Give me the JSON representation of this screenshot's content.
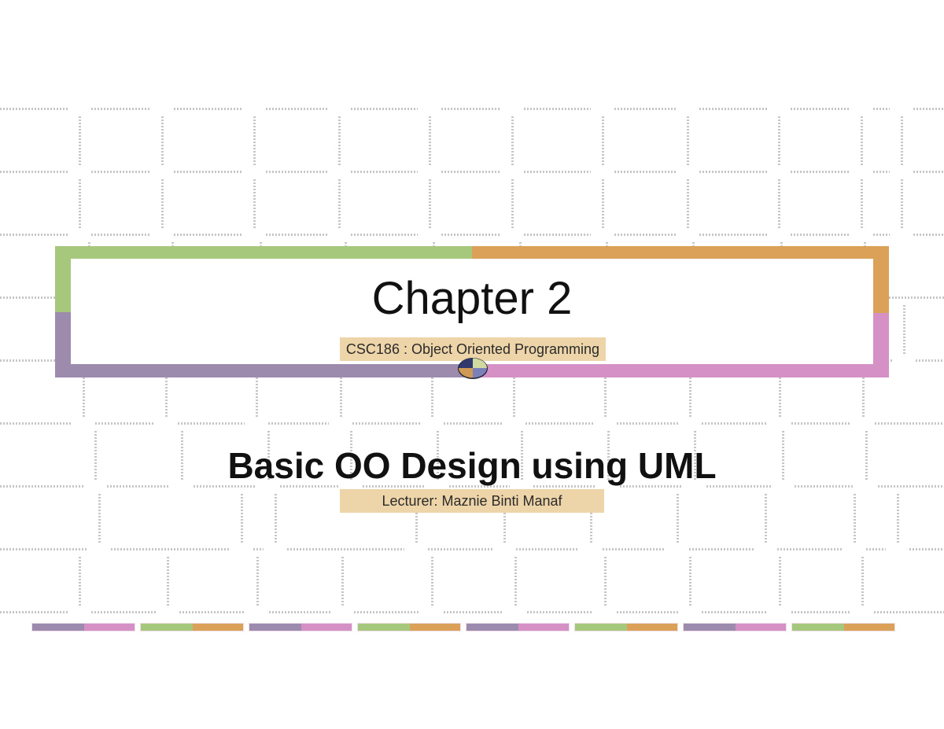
{
  "slide": {
    "title": "Chapter 2",
    "title_badge": "CSC186 : Object Oriented Programming",
    "subtitle": "Basic OO Design using UML",
    "subtitle_badge": "Lecturer: Maznie Binti Manaf"
  },
  "theme": {
    "green": "#a5c87c",
    "orange": "#dba158",
    "purple": "#9c8bad",
    "pink": "#d591c5",
    "badge_bg": "#eed4a9",
    "badge_text": "#2b2b2b",
    "grid_line": "#c6c6c6",
    "sphere_icon": {
      "top_left": "#31386b",
      "top_right": "#cfd9a0",
      "bottom_left": "#cf9a55",
      "bottom_right": "#7c80b8",
      "outline": "#1d2330"
    }
  },
  "footer_bars": [
    {
      "left": "purple",
      "right": "pink"
    },
    {
      "left": "green",
      "right": "orange"
    },
    {
      "left": "purple",
      "right": "pink"
    },
    {
      "left": "green",
      "right": "orange"
    },
    {
      "left": "purple",
      "right": "pink"
    },
    {
      "left": "green",
      "right": "orange"
    },
    {
      "left": "purple",
      "right": "pink"
    },
    {
      "left": "green",
      "right": "orange"
    }
  ]
}
